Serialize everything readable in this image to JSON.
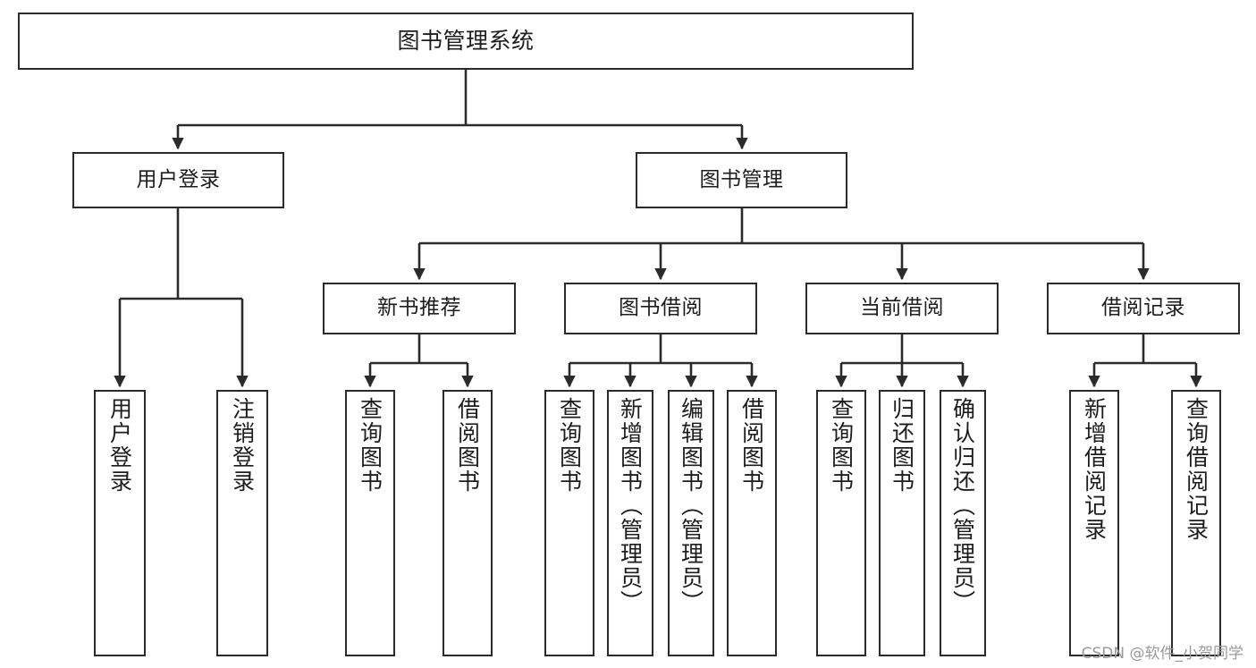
{
  "diagram": {
    "title": "图书管理系统",
    "type": "tree",
    "orientation": "top-down",
    "colors": {
      "background": "#ffffff",
      "node_fill": "#ffffff",
      "node_stroke": "#2b2b2b",
      "edge_stroke": "#2b2b2b",
      "text": "#1d1d1d",
      "watermark_text": "#9a9a9a"
    },
    "watermark": "CSDN @软件_小贺同学",
    "nodes": {
      "root": {
        "id": "root",
        "label": "图书管理系统",
        "level": 1,
        "orientation": "horizontal"
      },
      "level2": [
        {
          "id": "user-login",
          "label": "用户登录",
          "level": 2,
          "orientation": "horizontal"
        },
        {
          "id": "book-manage",
          "label": "图书管理",
          "level": 2,
          "orientation": "horizontal"
        }
      ],
      "level3": [
        {
          "id": "new-book-recommend",
          "label": "新书推荐",
          "level": 3,
          "orientation": "horizontal",
          "parent": "book-manage"
        },
        {
          "id": "book-borrow",
          "label": "图书借阅",
          "level": 3,
          "orientation": "horizontal",
          "parent": "book-manage"
        },
        {
          "id": "current-borrow",
          "label": "当前借阅",
          "level": 3,
          "orientation": "horizontal",
          "parent": "book-manage"
        },
        {
          "id": "borrow-record",
          "label": "借阅记录",
          "level": 3,
          "orientation": "horizontal",
          "parent": "book-manage"
        }
      ],
      "leaves": [
        {
          "id": "leaf-user-login",
          "label": "用户登录",
          "level": 3,
          "orientation": "vertical",
          "parent": "user-login"
        },
        {
          "id": "leaf-logout",
          "label": "注销登录",
          "level": 3,
          "orientation": "vertical",
          "parent": "user-login"
        },
        {
          "id": "leaf-query-book-1",
          "label": "查询图书",
          "level": 4,
          "orientation": "vertical",
          "parent": "new-book-recommend"
        },
        {
          "id": "leaf-borrow-book-1",
          "label": "借阅图书",
          "level": 4,
          "orientation": "vertical",
          "parent": "new-book-recommend"
        },
        {
          "id": "leaf-query-book-2",
          "label": "查询图书",
          "level": 4,
          "orientation": "vertical",
          "parent": "book-borrow"
        },
        {
          "id": "leaf-add-book",
          "label": "新增图书（管理员）",
          "level": 4,
          "orientation": "vertical",
          "parent": "book-borrow"
        },
        {
          "id": "leaf-edit-book",
          "label": "编辑图书（管理员）",
          "level": 4,
          "orientation": "vertical",
          "parent": "book-borrow"
        },
        {
          "id": "leaf-borrow-book-2",
          "label": "借阅图书",
          "level": 4,
          "orientation": "vertical",
          "parent": "book-borrow"
        },
        {
          "id": "leaf-query-book-3",
          "label": "查询图书",
          "level": 4,
          "orientation": "vertical",
          "parent": "current-borrow"
        },
        {
          "id": "leaf-return-book",
          "label": "归还图书",
          "level": 4,
          "orientation": "vertical",
          "parent": "current-borrow"
        },
        {
          "id": "leaf-confirm-return",
          "label": "确认归还（管理员）",
          "level": 4,
          "orientation": "vertical",
          "parent": "current-borrow"
        },
        {
          "id": "leaf-add-record",
          "label": "新增借阅记录",
          "level": 4,
          "orientation": "vertical",
          "parent": "borrow-record"
        },
        {
          "id": "leaf-query-record",
          "label": "查询借阅记录",
          "level": 4,
          "orientation": "vertical",
          "parent": "borrow-record"
        }
      ]
    }
  }
}
